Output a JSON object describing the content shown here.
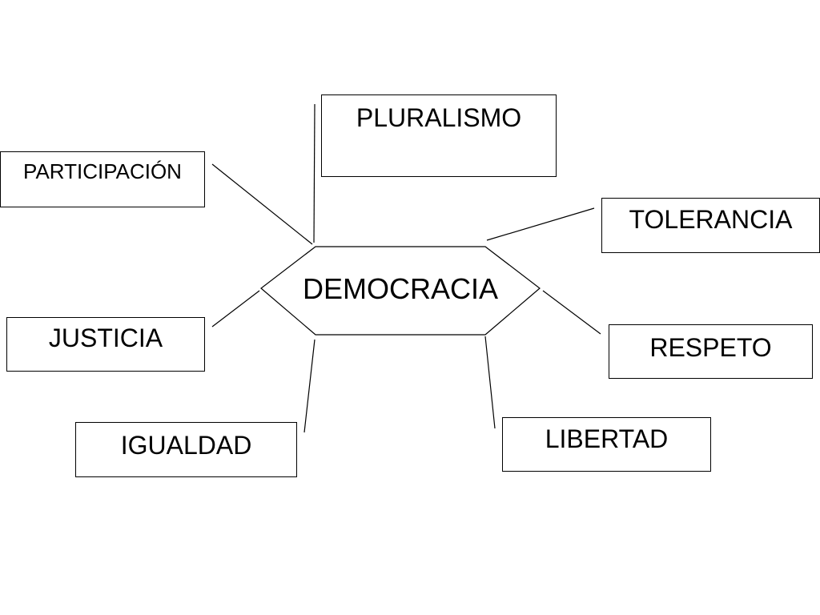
{
  "diagram": {
    "center": "DEMOCRACIA",
    "nodes": {
      "pluralismo": "PLURALISMO",
      "participacion": "PARTICIPACIÓN",
      "tolerancia": "TOLERANCIA",
      "justicia": "JUSTICIA",
      "respeto": "RESPETO",
      "igualdad": "IGUALDAD",
      "libertad": "LIBERTAD"
    }
  }
}
